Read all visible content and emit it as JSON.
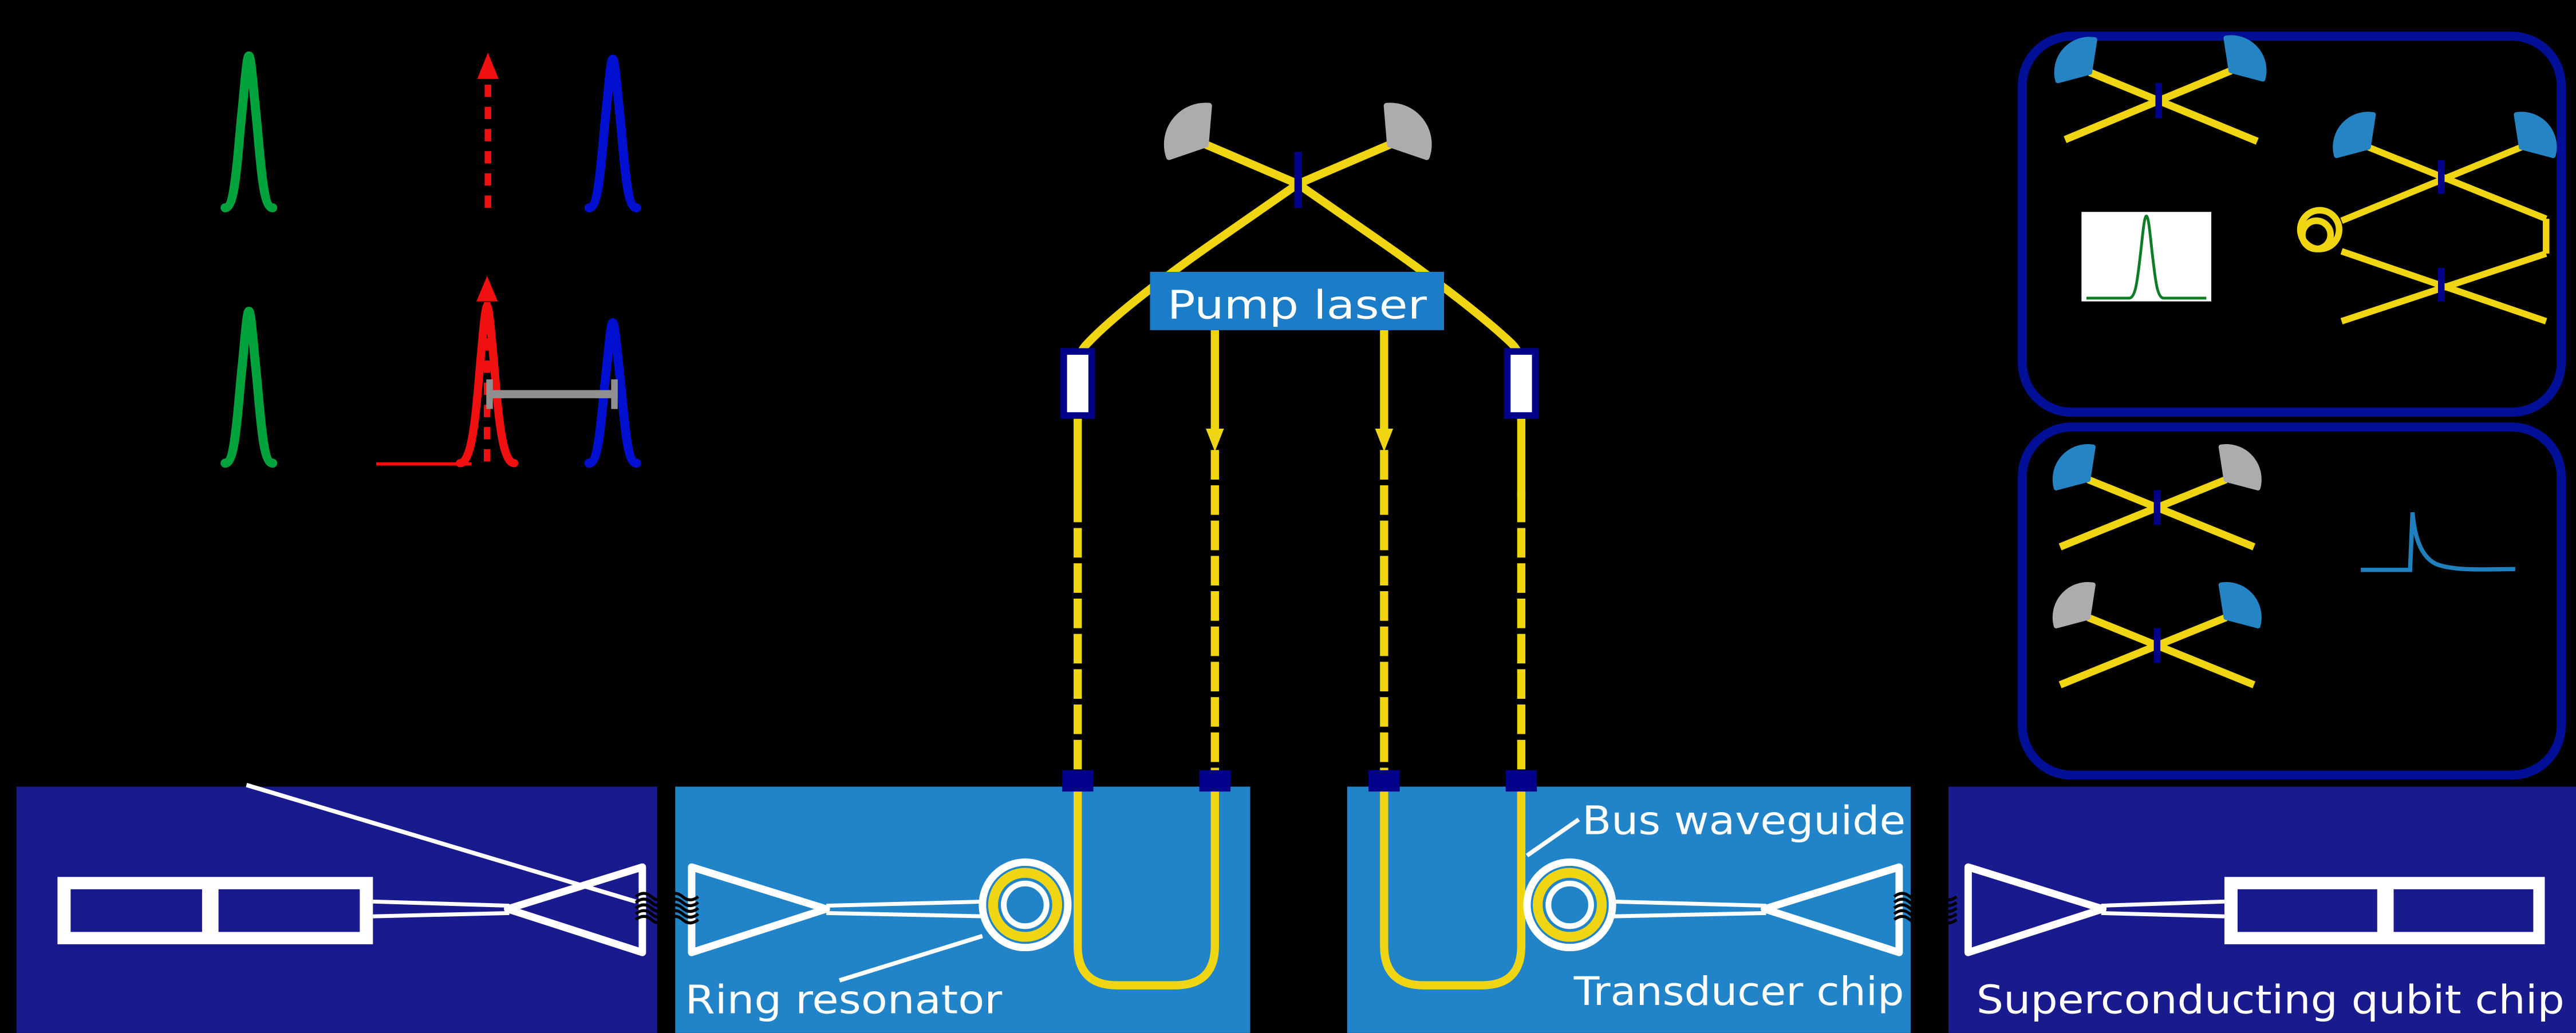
{
  "diagram": {
    "pump_laser_label": "Pump laser",
    "bus_waveguide_label": "Bus waveguide",
    "ring_resonator_label": "Ring resonator",
    "transducer_chip_label": "Transducer chip",
    "superconducting_qubit_chip_label": "Superconducting qubit chip"
  },
  "colors": {
    "background": "#000000",
    "chip_dark_navy": "#1A1A8F",
    "chip_light_blue": "#2184C8",
    "pump_box_blue": "#1B7CC8",
    "panel_border_navy": "#000F96",
    "beamsplitter_navy": "#00008B",
    "fiber_yellow": "#F0D513",
    "detector_blue": "#2484C4",
    "detector_gray": "#ACACAC",
    "peak_green": "#00A23C",
    "peak_blue": "#000FD0",
    "arrow_red": "#F01010",
    "separation_bar_gray": "#8F8F8F",
    "screen_trace_green": "#0E7D26",
    "decay_curve_blue": "#2080BE",
    "white": "#FFFFFF"
  },
  "icons": [
    "green-photon-spectrum-icon",
    "pump-frequency-arrow-icon",
    "blue-photon-spectrum-icon",
    "frequency-separation-bar-icon",
    "photodetector-gray-icon",
    "photodetector-blue-icon",
    "beamsplitter-icon",
    "phase-modulator-icon",
    "fiber-coupler-pad-icon",
    "fiber-splice-icon",
    "edge-coupler-icon",
    "ring-resonator-icon",
    "transmon-qubit-icon",
    "fiber-delay-loop-icon",
    "spectrum-screen-icon",
    "decay-curve-icon"
  ]
}
